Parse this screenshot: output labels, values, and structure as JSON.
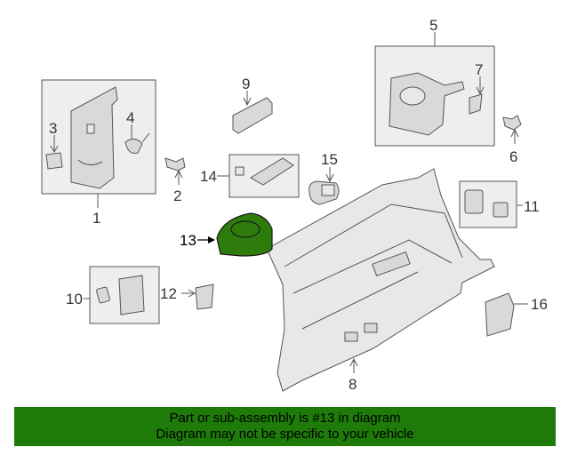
{
  "diagram": {
    "callouts": {
      "c1": "1",
      "c2": "2",
      "c3": "3",
      "c4": "4",
      "c5": "5",
      "c6": "6",
      "c7": "7",
      "c8": "8",
      "c9": "9",
      "c10": "10",
      "c11": "11",
      "c12": "12",
      "c13": "13",
      "c14": "14",
      "c15": "15",
      "c16": "16"
    },
    "highlighted_part": "13",
    "highlight_color": "#2e7d0c"
  },
  "banner": {
    "line1": "Part or sub-assembly is #13 in diagram",
    "line2": "Diagram may not be specific to your vehicle",
    "background": "#1e7b0a"
  }
}
